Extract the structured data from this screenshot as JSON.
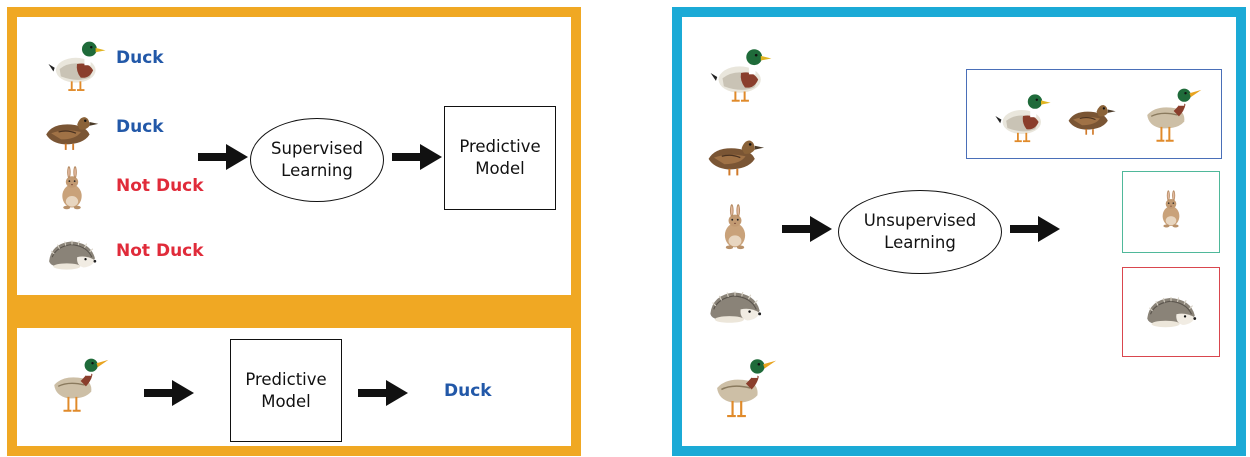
{
  "colors": {
    "supervised_frame": "#F0A823",
    "unsupervised_frame": "#1BAAD6",
    "duck_label": "#2258A8",
    "not_duck_label": "#E02B3A",
    "cluster_ducks": "#4A6FB8",
    "cluster_rabbit": "#4FB89A",
    "cluster_hedgehog": "#D9464E"
  },
  "supervised": {
    "training_labels": [
      "Duck",
      "Duck",
      "Not Duck",
      "Not Duck"
    ],
    "process_label": "Supervised\nLearning",
    "model_label": "Predictive\nModel"
  },
  "prediction": {
    "model_label": "Predictive\nModel",
    "output_label": "Duck"
  },
  "unsupervised": {
    "process_label": "Unsupervised\nLearning"
  },
  "icons": [
    "mallard-duck-icon",
    "brown-duck-icon",
    "rabbit-icon",
    "hedgehog-icon",
    "standing-mallard-icon",
    "arrow-right-icon"
  ]
}
